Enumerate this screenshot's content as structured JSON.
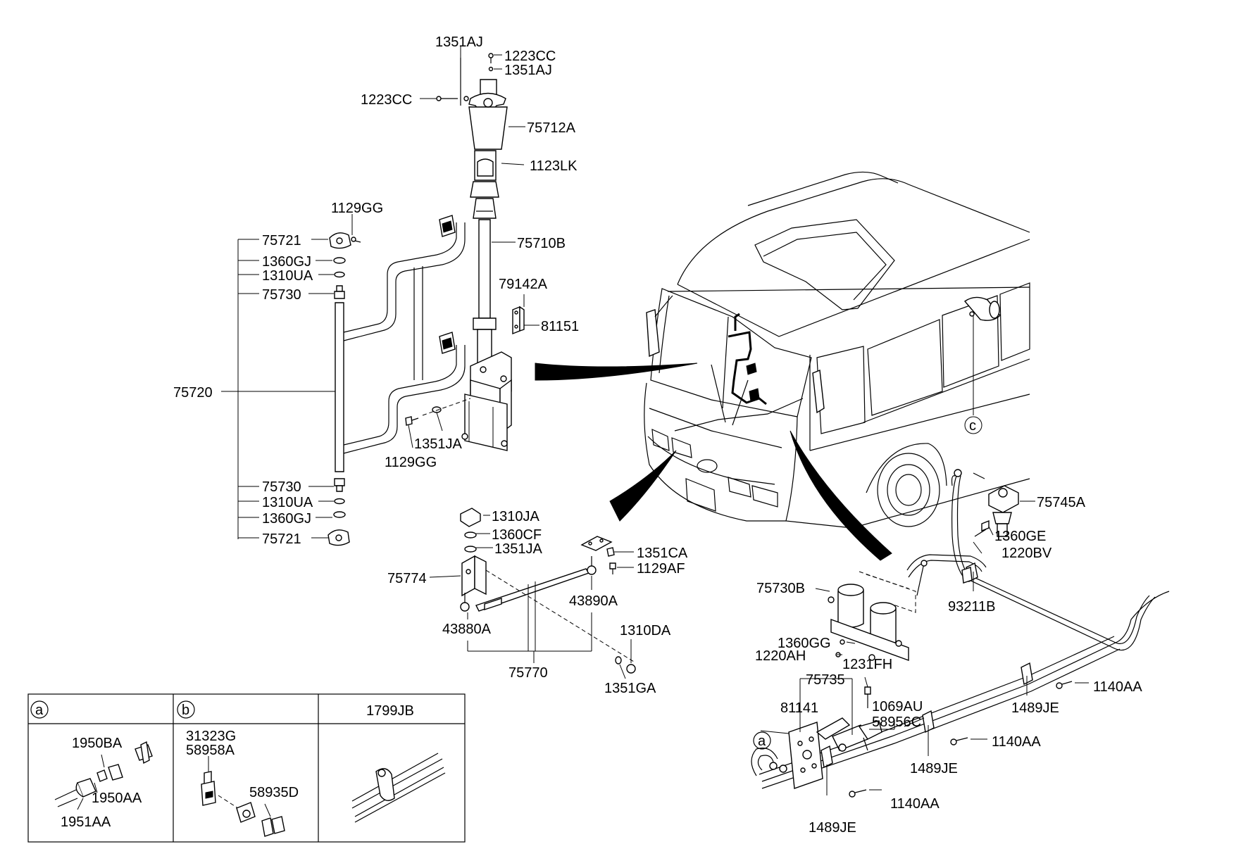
{
  "callouts": {
    "p1351AJ_a": "1351AJ",
    "p1223CC_a": "1223CC",
    "p1351AJ_b": "1351AJ",
    "p1223CC_b": "1223CC",
    "p75712A": "75712A",
    "p1123LK": "1123LK",
    "p1129GG_a": "1129GG",
    "p75710B": "75710B",
    "p75721_a": "75721",
    "p1360GJ_a": "1360GJ",
    "p1310UA_a": "1310UA",
    "p75730_a": "75730",
    "p79142A": "79142A",
    "p81151": "81151",
    "p75720": "75720",
    "p1351JA_a": "1351JA",
    "p1129GG_b": "1129GG",
    "p75730_b": "75730",
    "p1310UA_b": "1310UA",
    "p1360GJ_b": "1360GJ",
    "p75721_b": "75721",
    "p1310JA": "1310JA",
    "p1360CF": "1360CF",
    "p1351JA_b": "1351JA",
    "p1351CA": "1351CA",
    "p1129AF": "1129AF",
    "p75774": "75774",
    "p43890A": "43890A",
    "p43880A": "43880A",
    "p1310DA": "1310DA",
    "p75770": "75770",
    "p1351GA": "1351GA",
    "p75745A": "75745A",
    "p1360GE": "1360GE",
    "p1220BV": "1220BV",
    "p75730B": "75730B",
    "p93211B": "93211B",
    "p1360GG": "1360GG",
    "p1220AH": "1220AH",
    "p1231FH": "1231FH",
    "p75735": "75735",
    "p81141": "81141",
    "p1069AU": "1069AU",
    "p58956C": "58956C",
    "p1140AA_a": "1140AA",
    "p1489JE_a": "1489JE",
    "p1140AA_b": "1140AA",
    "p1489JE_b": "1489JE",
    "p1140AA_c": "1140AA",
    "p1489JE_c": "1489JE"
  },
  "circle_labels": {
    "c_bus": "c",
    "a_bottom": "a"
  },
  "legend": {
    "col_a": "a",
    "col_b": "b",
    "col_c": "1799JB",
    "a_1950BA": "1950BA",
    "a_1950AA": "1950AA",
    "a_1951AA": "1951AA",
    "b_31323G": "31323G",
    "b_58958A": "58958A",
    "b_58935D": "58935D"
  }
}
